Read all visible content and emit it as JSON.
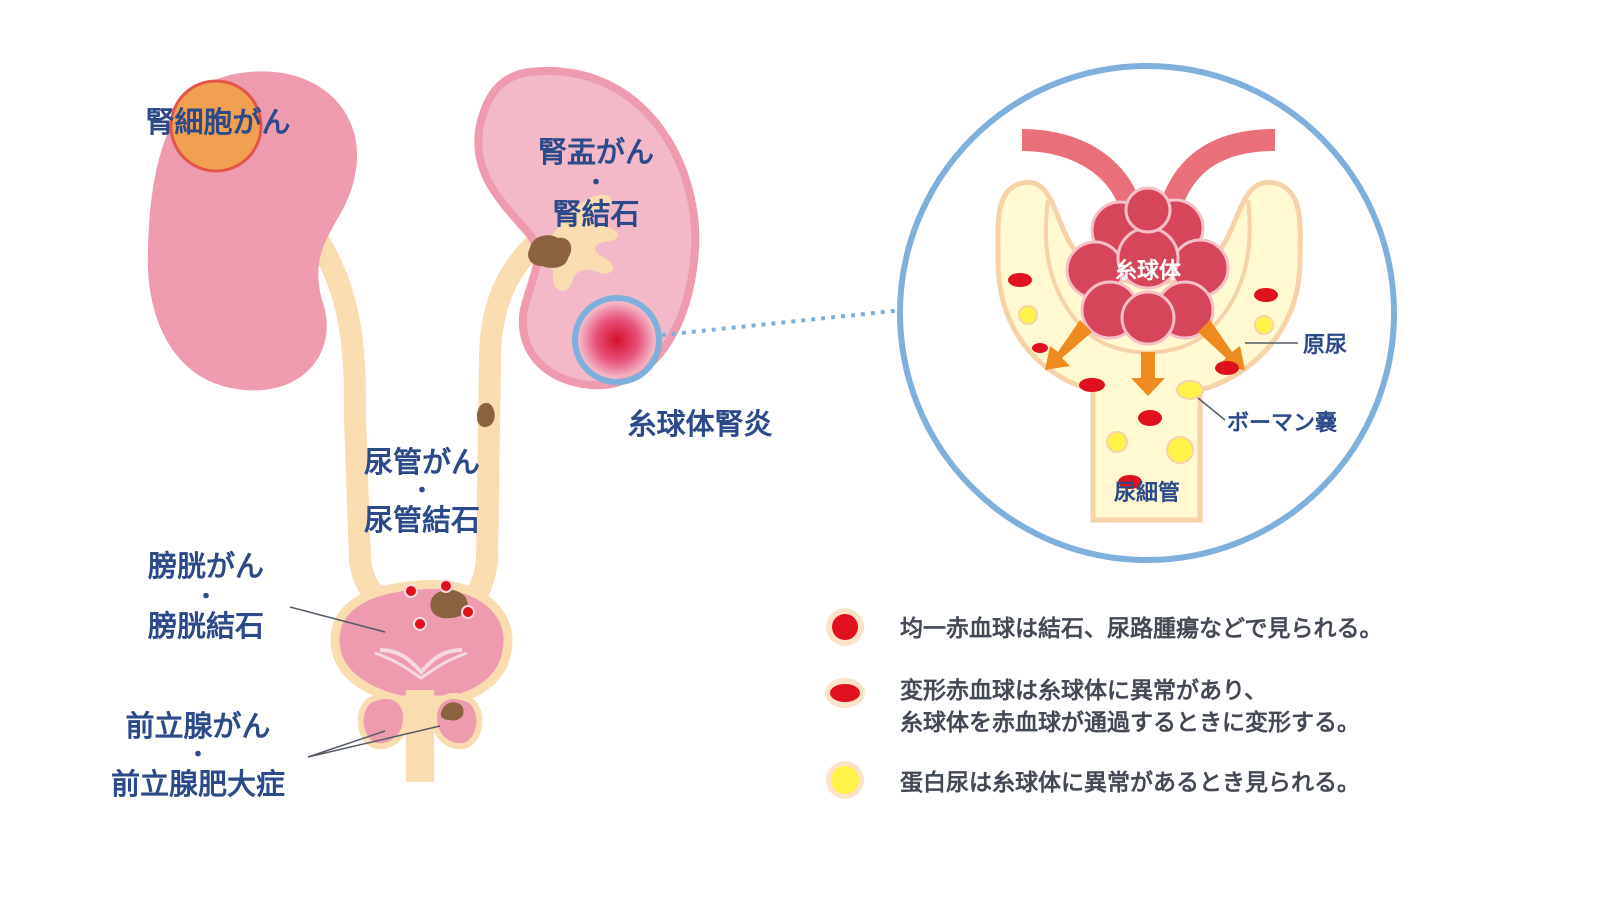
{
  "labels": {
    "renal_cell_cancer": "腎細胞がん",
    "renal_pelvis_cancer": "腎盂がん",
    "dot": "・",
    "kidney_stone": "腎結石",
    "glomerulonephritis": "糸球体腎炎",
    "ureter_cancer": "尿管がん",
    "ureter_stone": "尿管結石",
    "bladder_cancer": "膀胱がん",
    "bladder_stone": "膀胱結石",
    "prostate_cancer": "前立腺がん",
    "bph": "前立腺肥大症"
  },
  "zoom": {
    "glomerulus": "糸球体",
    "primary_urine": "原尿",
    "bowman_capsule": "ボーマン嚢",
    "renal_tubule": "尿細管"
  },
  "legend": {
    "items": [
      {
        "lines": [
          "均一赤血球は結石、尿路腫瘍などで見られる。"
        ]
      },
      {
        "lines": [
          "変形赤血球は糸球体に異常があり、",
          "糸球体を赤血球が通過するときに変形する。"
        ]
      },
      {
        "lines": [
          "蛋白尿は糸球体に異常があるとき見られる。"
        ]
      }
    ]
  },
  "colors": {
    "kidney": "#ee9bb0",
    "kidney_cut": "#f3b9c8",
    "ureter": "#f9dcb0",
    "stone": "#8a6240",
    "tumor": "#f0a050",
    "circle": "#7fb0dc",
    "vessel": "#e9707a",
    "rbc": "#e0101e",
    "protein": "#fff34a",
    "text": "#2c4a8a"
  }
}
